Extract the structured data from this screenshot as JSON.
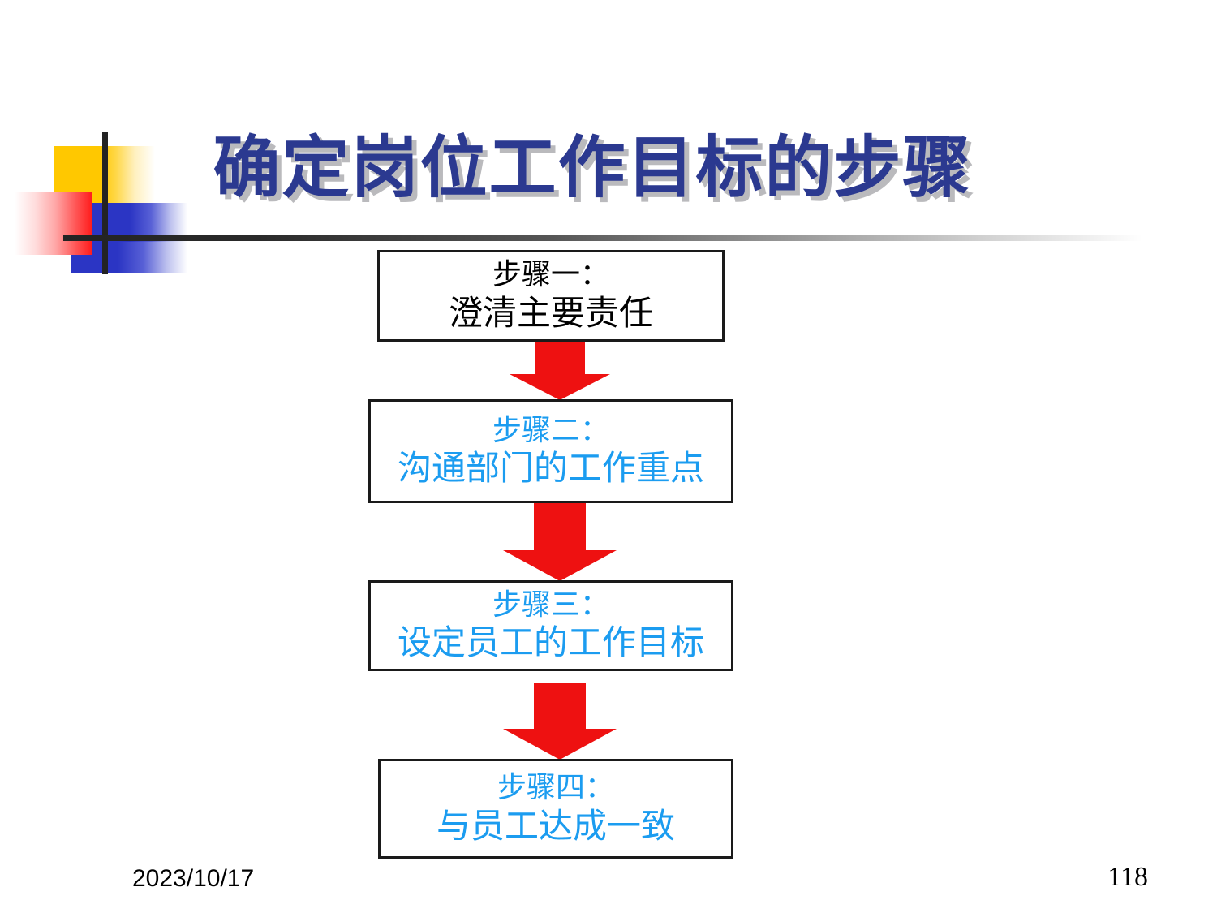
{
  "slide": {
    "title": "确定岗位工作目标的步骤",
    "accent_colors": {
      "title_blue": "#2B3990",
      "step_blue": "#1B9CF0",
      "arrow_red": "#EE1111",
      "deco_yellow": "#FFC800",
      "deco_blue": "#2B35C4",
      "deco_red": "#FF1A1A",
      "rule_dark": "#232323"
    }
  },
  "flow": {
    "steps": [
      {
        "id": "step-1",
        "heading": "步骤一：",
        "body": "澄清主要责任",
        "text_color": "#000000"
      },
      {
        "id": "step-2",
        "heading": "步骤二：",
        "body": "沟通部门的工作重点",
        "text_color": "#1B9CF0"
      },
      {
        "id": "step-3",
        "heading": "步骤三：",
        "body": "设定员工的工作目标",
        "text_color": "#1B9CF0"
      },
      {
        "id": "step-4",
        "heading": "步骤四：",
        "body": "与员工达成一致",
        "text_color": "#1B9CF0"
      }
    ],
    "connectors": [
      {
        "id": "arrow-1",
        "icon": "down-arrow-icon",
        "color": "#EE1111"
      },
      {
        "id": "arrow-2",
        "icon": "down-arrow-icon",
        "color": "#EE1111"
      },
      {
        "id": "arrow-3",
        "icon": "down-arrow-icon",
        "color": "#EE1111"
      }
    ]
  },
  "footer": {
    "date": "2023/10/17",
    "page_number": "118"
  }
}
